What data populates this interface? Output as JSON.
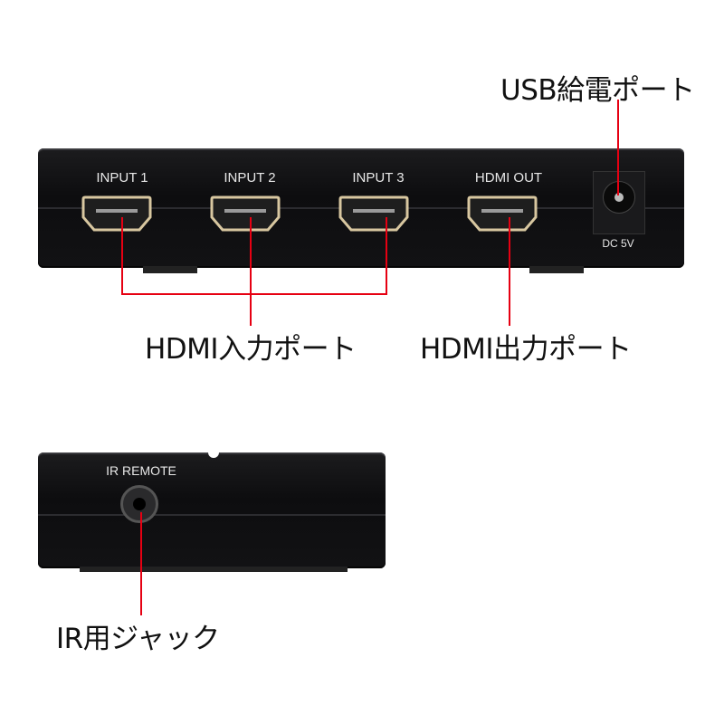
{
  "front_panel": {
    "ports": [
      {
        "label": "INPUT 1"
      },
      {
        "label": "INPUT 2"
      },
      {
        "label": "INPUT 3"
      },
      {
        "label": "HDMI OUT"
      }
    ],
    "dc_label": "DC 5V"
  },
  "side_panel": {
    "ir_label": "IR REMOTE"
  },
  "callouts": {
    "usb_power": "USB給電ポート",
    "hdmi_input": "HDMI入力ポート",
    "hdmi_output": "HDMI出力ポート",
    "ir_jack": "IR用ジャック"
  },
  "colors": {
    "callout_line": "#e60012",
    "device_body": "#111113",
    "port_trim": "#d8c7a0"
  }
}
